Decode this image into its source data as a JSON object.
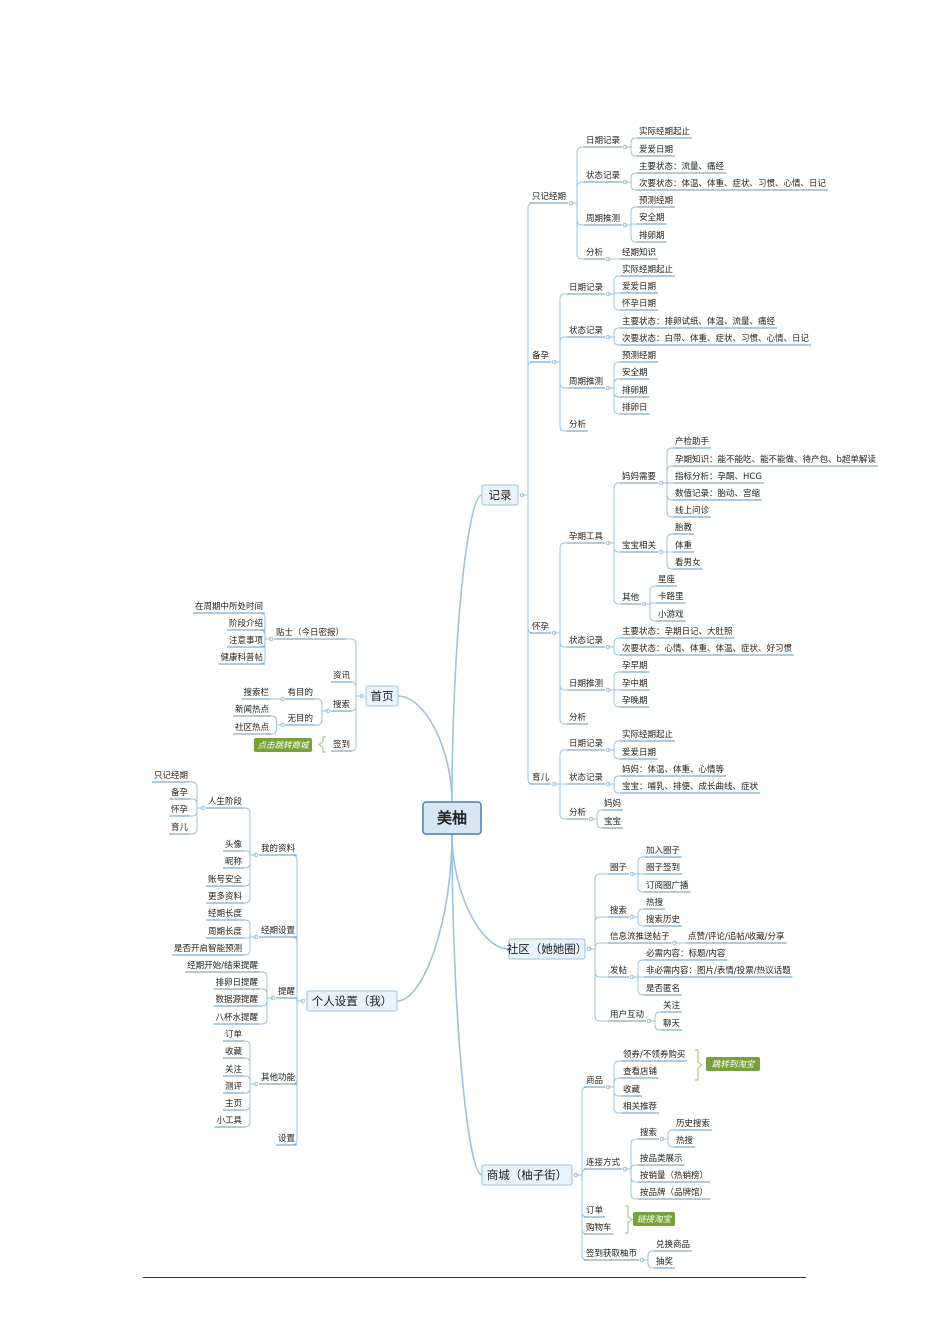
{
  "colors": {
    "line": "#9cc3df",
    "underline": "#5e97c6",
    "branch_fill": "#eaf3fb",
    "root_fill": "#d8e7f6",
    "root_border": "#4d7fb3",
    "tag_fill": "#77a23a",
    "bracket": "#b9cf8f"
  },
  "root": "美柚",
  "nodes": {
    "rec": "记录",
    "rec_ojj": "只记经期",
    "rec_ojj_d": "日期记录",
    "rec_ojj_d1": "实际经期起止",
    "rec_ojj_d2": "爱爱日期",
    "rec_ojj_s": "状态记录",
    "rec_ojj_s1": "主要状态：流量、痛经",
    "rec_ojj_s2": "次要状态：体温、体重、症状、习惯、心情、日记",
    "rec_ojj_z": "周期推测",
    "rec_ojj_z1": "预测经期",
    "rec_ojj_z2": "安全期",
    "rec_ojj_z3": "排卵期",
    "rec_ojj_a": "分析",
    "rec_ojj_a1": "经期知识",
    "rec_by": "备孕",
    "rec_by_d": "日期记录",
    "rec_by_d1": "实际经期起止",
    "rec_by_d2": "爱爱日期",
    "rec_by_d3": "怀孕日期",
    "rec_by_s": "状态记录",
    "rec_by_s1": "主要状态：排卵试纸、体温、流量、痛经",
    "rec_by_s2": "次要状态：白带、体重、症状、习惯、心情、日记",
    "rec_by_z": "周期推测",
    "rec_by_z1": "预测经期",
    "rec_by_z2": "安全期",
    "rec_by_z3": "排卵期",
    "rec_by_z4": "排卵日",
    "rec_by_a": "分析",
    "rec_hy": "怀孕",
    "rec_hy_t": "孕期工具",
    "rec_hy_t_m": "妈妈需要",
    "rec_hy_t_m1": "产检助手",
    "rec_hy_t_m2": "孕期知识：能不能吃、能不能做、待产包、b超单解读",
    "rec_hy_t_m3": "指标分析：孕酮、HCG",
    "rec_hy_t_m4": "数值记录：胎动、宫缩",
    "rec_hy_t_m5": "线上问诊",
    "rec_hy_t_b": "宝宝相关",
    "rec_hy_t_b1": "胎教",
    "rec_hy_t_b2": "体重",
    "rec_hy_t_b3": "看男女",
    "rec_hy_t_o": "其他",
    "rec_hy_t_o1": "星座",
    "rec_hy_t_o2": "卡路里",
    "rec_hy_t_o3": "小游戏",
    "rec_hy_s": "状态记录",
    "rec_hy_s1": "主要状态：孕期日记、大肚照",
    "rec_hy_s2": "次要状态：心情、体重、体温、症状、好习惯",
    "rec_hy_d": "日期推测",
    "rec_hy_d1": "孕早期",
    "rec_hy_d2": "孕中期",
    "rec_hy_d3": "孕晚期",
    "rec_hy_a": "分析",
    "rec_ye": "育儿",
    "rec_ye_d": "日期记录",
    "rec_ye_d1": "实际经期起止",
    "rec_ye_d2": "爱爱日期",
    "rec_ye_s": "状态记录",
    "rec_ye_s1": "妈妈：体温、体重、心情等",
    "rec_ye_s2": "宝宝：哺乳、排便、成长曲线、症状",
    "rec_ye_a": "分析",
    "rec_ye_a1": "妈妈",
    "rec_ye_a2": "宝宝",
    "sq": "社区（她她圈）",
    "sq_q": "圈子",
    "sq_q1": "加入圈子",
    "sq_q2": "圈子签到",
    "sq_q3": "订阅圈广播",
    "sq_s": "搜索",
    "sq_s1": "热搜",
    "sq_s2": "搜索历史",
    "sq_x": "信息流推送帖子",
    "sq_x1": "点赞/评论/追帖/收藏/分享",
    "sq_f": "发帖",
    "sq_f1": "必需内容：标题/内容",
    "sq_f2": "非必需内容：图片/表情/投票/热议话题",
    "sq_f3": "是否匿名",
    "sq_h": "用户互动",
    "sq_h1": "关注",
    "sq_h2": "聊天",
    "sc": "商城（柚子街）",
    "sc_p": "商品",
    "sc_p1": "领券/不领券购买",
    "sc_p2": "查看店铺",
    "sc_p3": "收藏",
    "sc_p4": "相关推荐",
    "sc_tag1": "跳转到淘宝",
    "sc_l": "连接方式",
    "sc_l_s": "搜索",
    "sc_l_s1": "历史搜索",
    "sc_l_s2": "热搜",
    "sc_l2": "按品类展示",
    "sc_l3": "按销量（热销榜）",
    "sc_l4": "按品牌（品牌馆）",
    "sc_o1": "订单",
    "sc_o2": "购物车",
    "sc_tag2": "链接淘宝",
    "sc_q": "签到获取柚币",
    "sc_q1": "兑换商品",
    "sc_q2": "抽奖",
    "sy": "首页",
    "sy_t": "贴士（今日密报）",
    "sy_t1": "在周期中所处时间",
    "sy_t2": "阶段介绍",
    "sy_t3": "注意事项",
    "sy_t4": "健康科普帖",
    "sy_z": "资讯",
    "sy_s": "搜索",
    "sy_s_y": "有目的",
    "sy_s_y1": "搜索栏",
    "sy_s_w": "无目的",
    "sy_s_w1": "新闻热点",
    "sy_s_w2": "社区热点",
    "sy_q": "签到",
    "sy_tag": "点击跳转商城",
    "gr": "个人设置（我）",
    "gr_m": "我的资料",
    "gr_m_r": "人生阶段",
    "gr_m_r1": "只记经期",
    "gr_m_r2": "备孕",
    "gr_m_r3": "怀孕",
    "gr_m_r4": "育儿",
    "gr_m1": "头像",
    "gr_m2": "昵称",
    "gr_m3": "账号安全",
    "gr_m4": "更多资料",
    "gr_j": "经期设置",
    "gr_j1": "经期长度",
    "gr_j2": "周期长度",
    "gr_j3": "是否开启智能预测",
    "gr_t": "提醒",
    "gr_t1": "经期开始/结束提醒",
    "gr_t2": "排卵日提醒",
    "gr_t3": "数据源提醒",
    "gr_t4": "八杯水提醒",
    "gr_o": "其他功能",
    "gr_o1": "订单",
    "gr_o2": "收藏",
    "gr_o3": "关注",
    "gr_o4": "测评",
    "gr_o5": "主页",
    "gr_o6": "小工具",
    "gr_s": "设置"
  }
}
